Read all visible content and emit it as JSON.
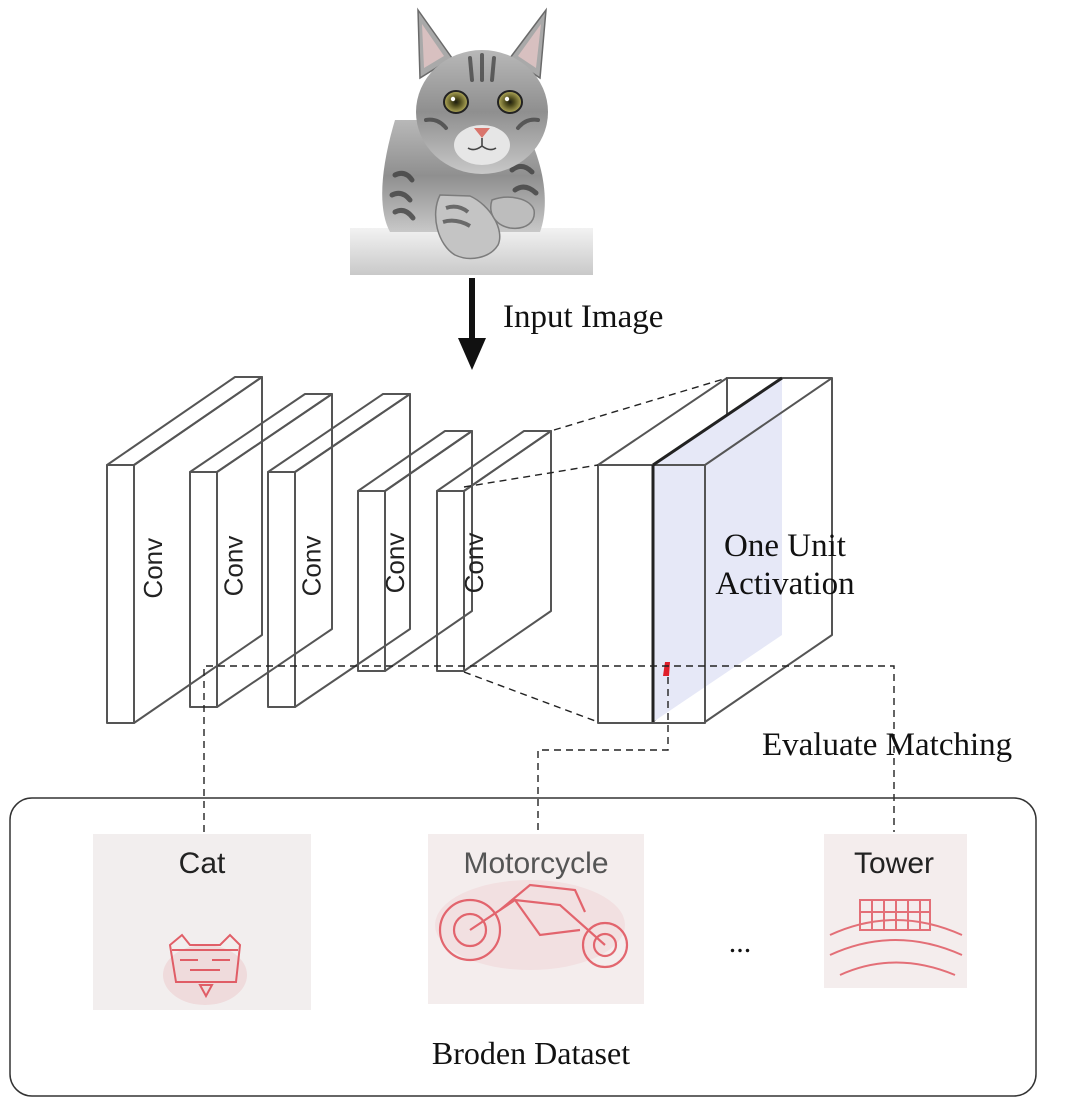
{
  "input_label": "Input Image",
  "layers": [
    {
      "label": "Conv"
    },
    {
      "label": "Conv"
    },
    {
      "label": "Conv"
    },
    {
      "label": "Conv"
    },
    {
      "label": "Conv"
    }
  ],
  "activation_label_line1": "One Unit",
  "activation_label_line2": "Activation",
  "evaluate_label": "Evaluate Matching",
  "dataset": {
    "title": "Broden Dataset",
    "ellipsis": "...",
    "concepts": [
      {
        "label": "Cat"
      },
      {
        "label": "Motorcycle"
      },
      {
        "label": "Tower"
      }
    ]
  },
  "colors": {
    "arrow": "#111111",
    "box_edge": "#555555",
    "activation_face": "#e6e8f7",
    "highlight": "#e01e2a",
    "heatmap": "#e0505a"
  }
}
